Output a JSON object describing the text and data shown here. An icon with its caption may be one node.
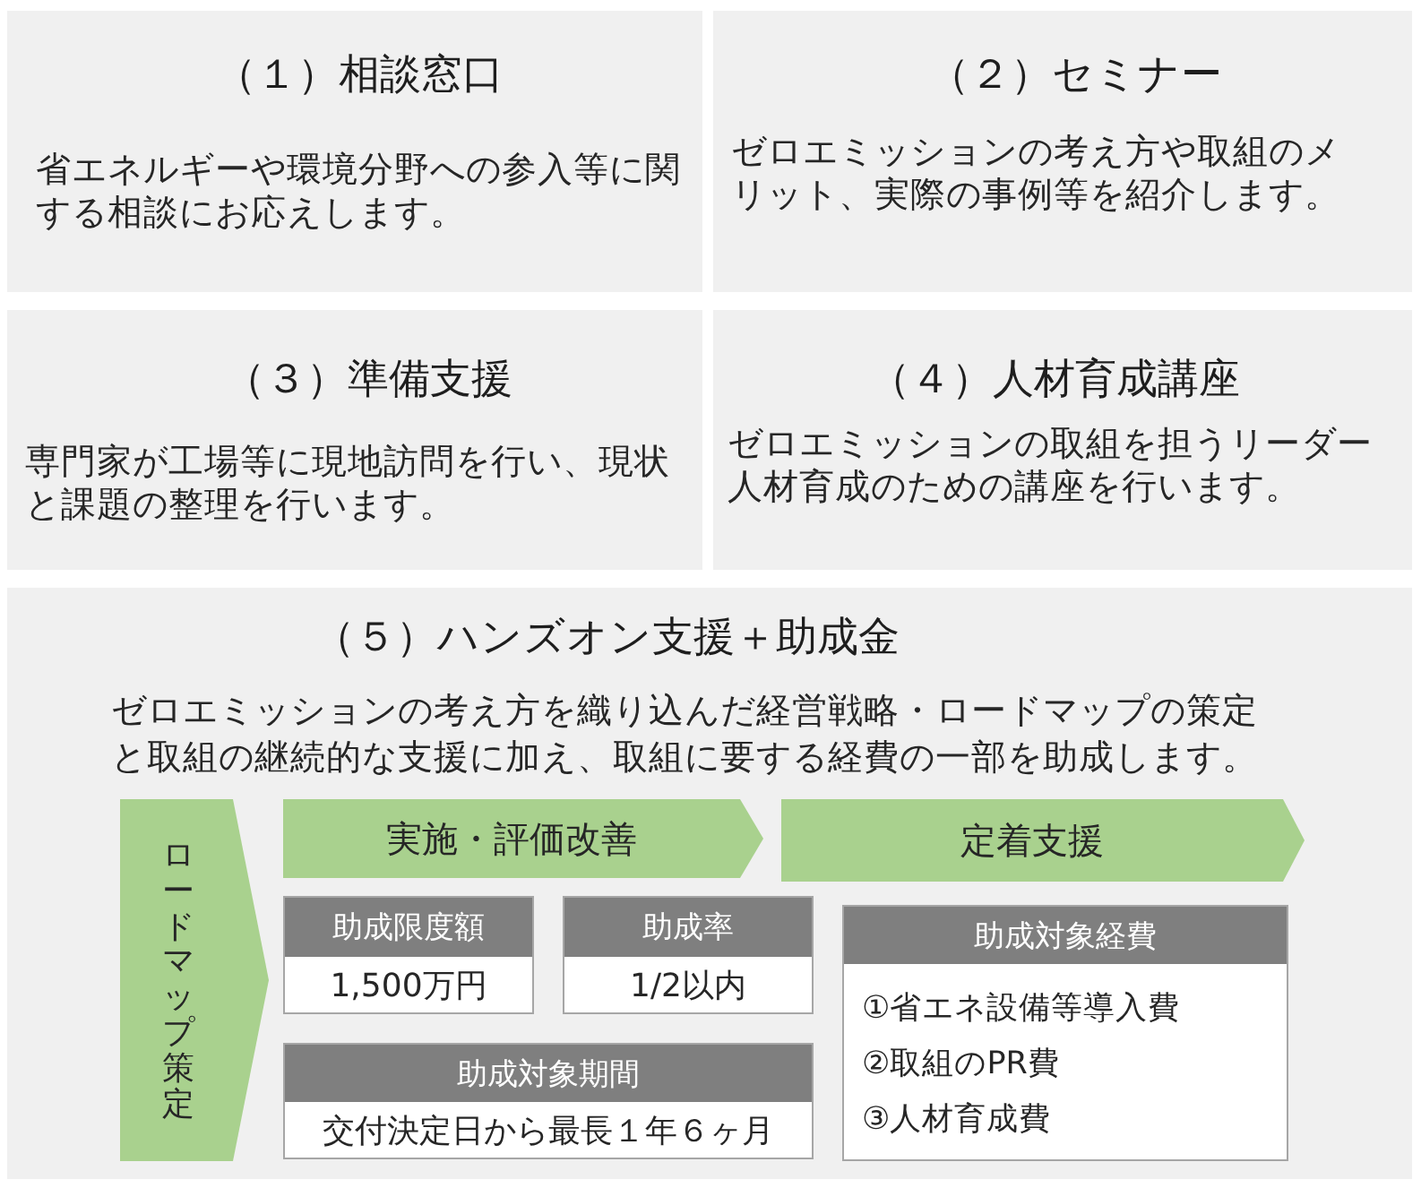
{
  "diagram": {
    "nodes": [
      {
        "text": [
          "（１）相談窓口",
          "省エネルギーや環境分野への参入等に関する相談にお応えします。"
        ]
      },
      {
        "text": [
          "（２）セミナー",
          "ゼロエミッションの考え方や取組のメリット、実際の事例等を紹介します。"
        ]
      },
      {
        "text": [
          "（３）準備支援",
          "専門家が工場等に現地訪問を行い、現状と課題の整理を行います。"
        ]
      },
      {
        "text": [
          "（４）人材育成講座",
          "ゼロエミッションの取組を担うリーダー人材育成のための講座を行います。"
        ]
      },
      {
        "text": [
          "（５）ハンズオン支援＋助成金",
          "ゼロエミッションの考え方を織り込んだ経営戦略・ロードマップの策定と取組の継続的な支援に加え、取組に要する経費の一部を助成します。"
        ]
      },
      {
        "text": [
          "ロードマップ策定"
        ],
        "in": 4
      },
      {
        "text": [
          "実施・評価改善"
        ],
        "in": 4
      },
      {
        "text": [
          "定着支援"
        ],
        "in": 4
      },
      {
        "text": [
          "助成限度額",
          "1,500万円"
        ],
        "in": 4
      },
      {
        "text": [
          "助成率",
          "1/2以内"
        ],
        "in": 4
      },
      {
        "text": [
          "助成対象期間",
          "交付決定日から最長１年６ヶ月"
        ],
        "in": 4
      },
      {
        "text": [
          "助成対象経費",
          "①省エネ設備等導入費",
          "②取組のPR費",
          "③人材育成費"
        ],
        "in": 4
      }
    ]
  }
}
